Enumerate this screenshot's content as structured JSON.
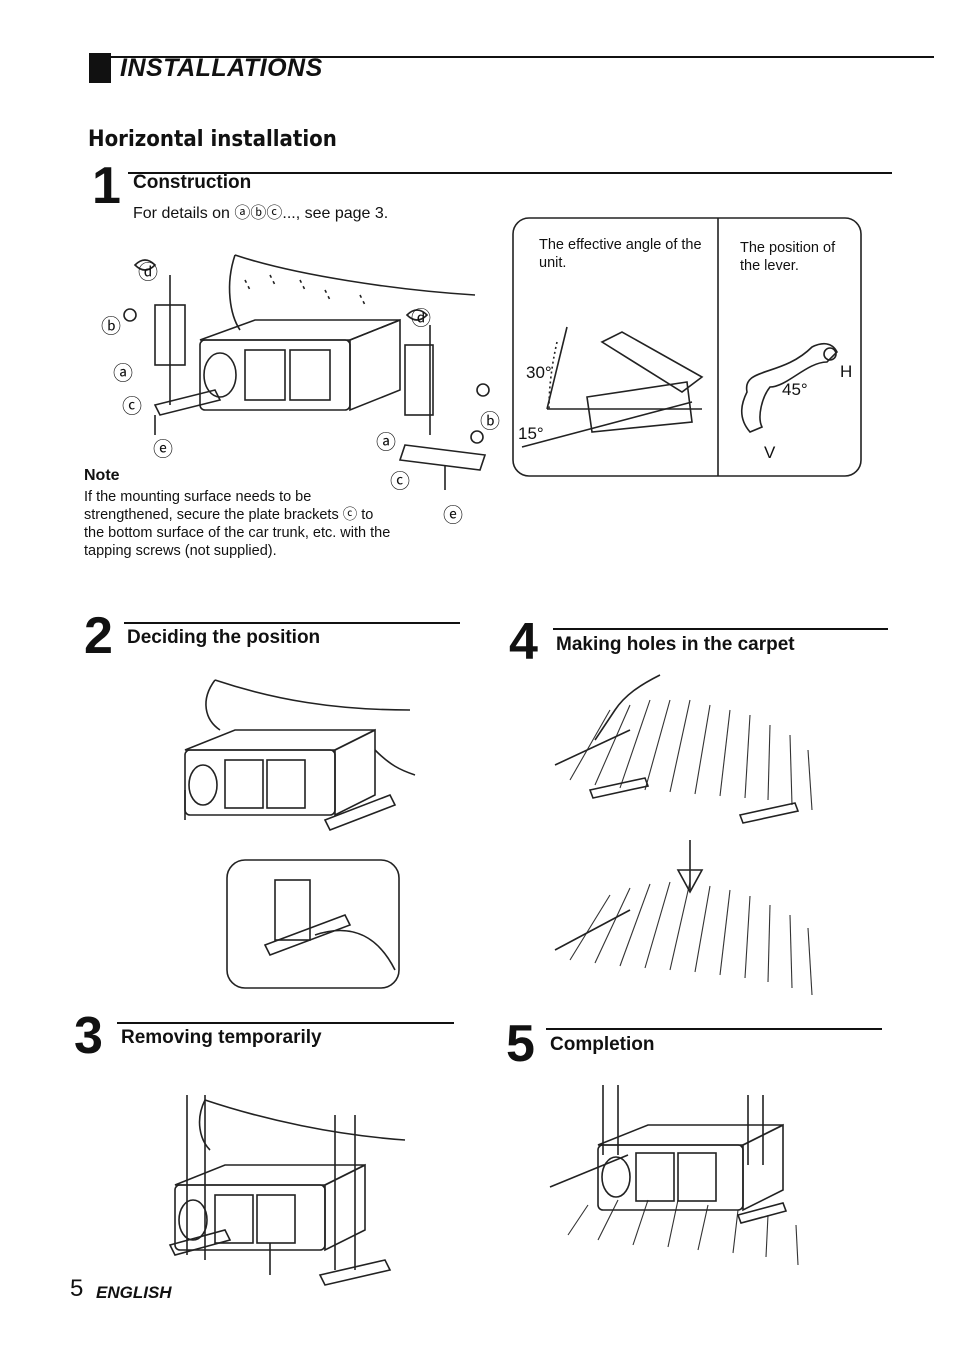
{
  "section": {
    "title": "INSTALLATIONS"
  },
  "heading": "Horizontal installation",
  "steps": [
    {
      "num": "1",
      "title": "Construction",
      "details": "For details on ⓐⓑⓒ..., see page 3."
    },
    {
      "num": "2",
      "title": "Deciding the position"
    },
    {
      "num": "3",
      "title": "Removing temporarily"
    },
    {
      "num": "4",
      "title": "Making holes in the carpet"
    },
    {
      "num": "5",
      "title": "Completion"
    }
  ],
  "note": {
    "heading": "Note",
    "text": "If the mounting surface needs to be strengthened, secure the plate brackets ⓒ to the bottom surface of the car trunk, etc. with the tapping screws (not supplied)."
  },
  "angle_box": {
    "left_caption": "The effective angle of the unit.",
    "right_caption": "The position of the lever.",
    "angle_up": "30°",
    "angle_down": "15°",
    "lever_angle": "45°",
    "lever_h": "H",
    "lever_v": "V"
  },
  "parts": {
    "a": "ⓐ",
    "b": "ⓑ",
    "c": "ⓒ",
    "d": "ⓓ",
    "e": "ⓔ"
  },
  "footer": {
    "page": "5",
    "language": "ENGLISH"
  }
}
